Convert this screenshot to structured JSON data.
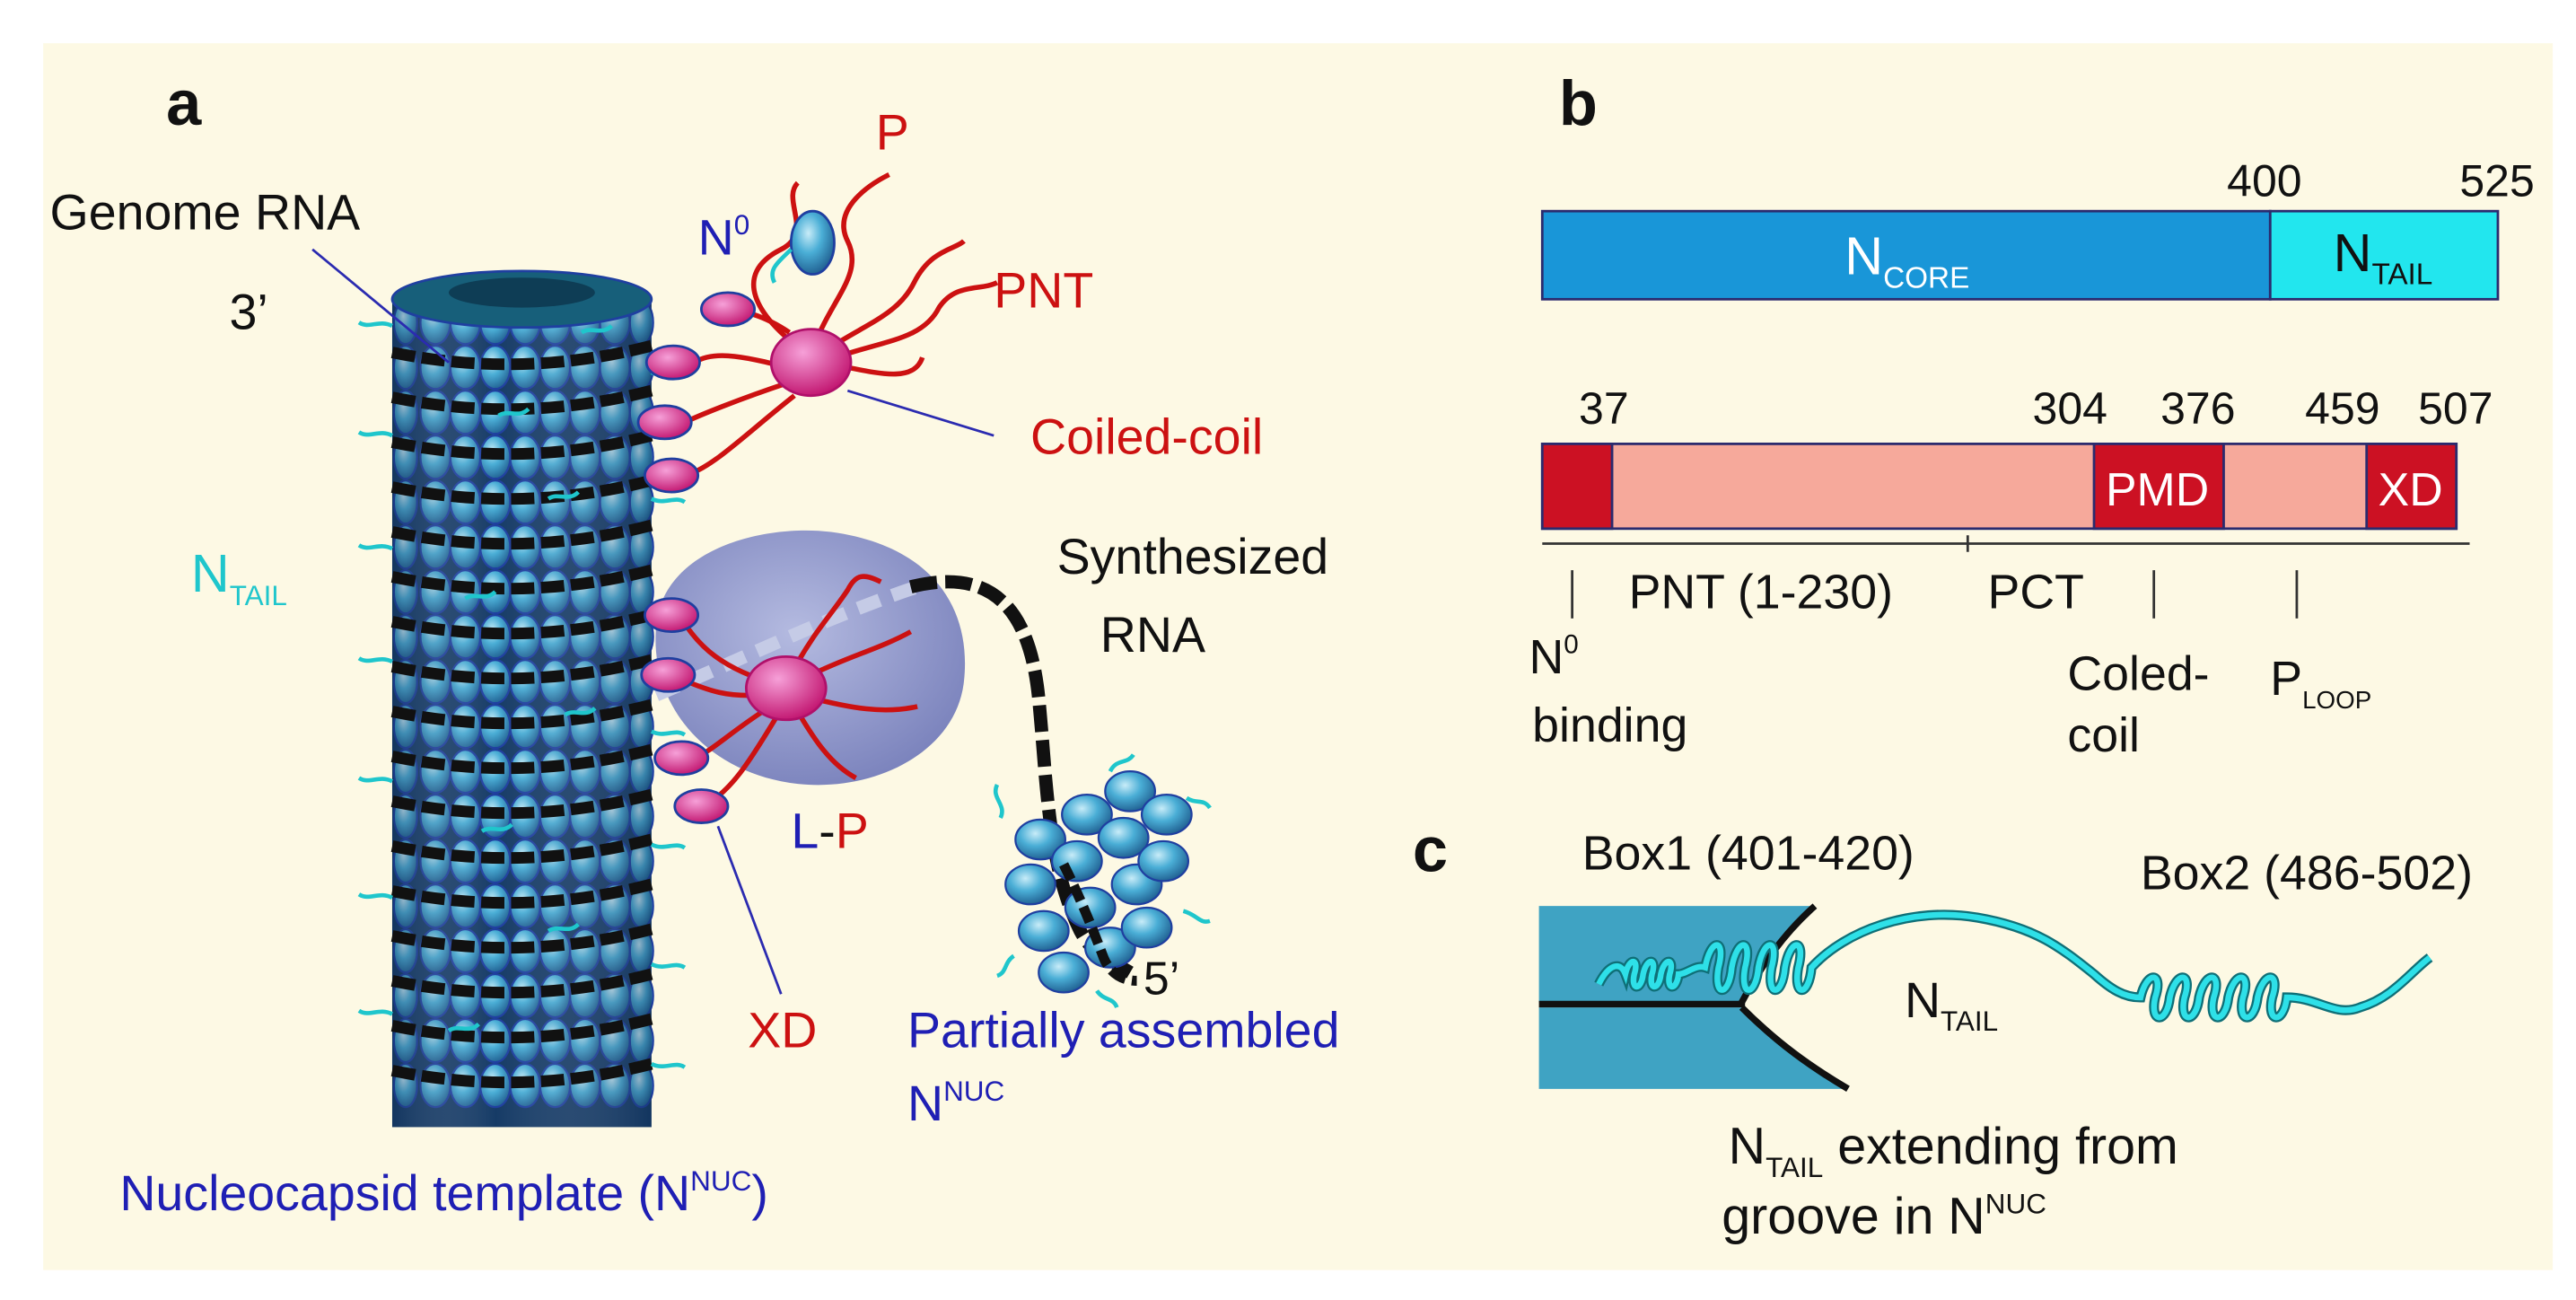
{
  "colors": {
    "background": "#fdf9e4",
    "red": "#cc1111",
    "blue": "#1f1fb4",
    "cyan": "#1fc6cc",
    "ncore": "#1996d8",
    "ntail": "#22e6ee",
    "p_bar": "#f6a99b",
    "p_domain": "#cc1123",
    "nucleocapsid_bead": "#3f9fc8",
    "rna": "#111111",
    "polymerase": "#8a93c9",
    "pmd_hub": "#e3168c"
  },
  "panel_a": {
    "letter": "a",
    "genome_rna": "Genome RNA",
    "three_prime": "3’",
    "p_label": "P",
    "n0": {
      "main": "N",
      "sup": "0"
    },
    "pnt": "PNT",
    "coiled_coil": "Coiled-coil",
    "ntail": {
      "main": "N",
      "sub": "TAIL"
    },
    "synthesized_rna_1": "Synthesized",
    "synthesized_rna_2": "RNA",
    "lp": {
      "l": "L",
      "dash": "-",
      "p": "P"
    },
    "xd": "XD",
    "five_prime": "5’",
    "partially_assembled": "Partially assembled",
    "nnuc": {
      "main": "N",
      "sup": "NUC"
    },
    "template": {
      "main": "Nucleocapsid template (N",
      "sup": "NUC",
      "close": ")"
    }
  },
  "panel_b": {
    "letter": "b",
    "n_numbers": {
      "end_core": "400",
      "end_tail": "525"
    },
    "ncore": {
      "main": "N",
      "sub": "CORE"
    },
    "ntail": {
      "main": "N",
      "sub": "TAIL"
    },
    "p_numbers": {
      "n37": "37",
      "n304": "304",
      "n376": "376",
      "n459": "459",
      "n507": "507"
    },
    "pmd": "PMD",
    "xd": "XD",
    "pnt": "PNT (1-230)",
    "pct": "PCT",
    "n0_binding": {
      "main": "N",
      "sup": "0",
      "line2": "binding"
    },
    "coiled_coil": {
      "line1": "Coled-",
      "line2": "coil"
    },
    "ploop": {
      "main": "P",
      "sub": "LOOP"
    }
  },
  "panel_c": {
    "letter": "c",
    "box1": "Box1 (401-420)",
    "box2": "Box2 (486-502)",
    "ntail": {
      "main": "N",
      "sub": "TAIL"
    },
    "caption_line1": {
      "main": "N",
      "sub": "TAIL",
      "rest": " extending from"
    },
    "caption_line2": {
      "main": "groove in N",
      "sup": "NUC"
    }
  }
}
